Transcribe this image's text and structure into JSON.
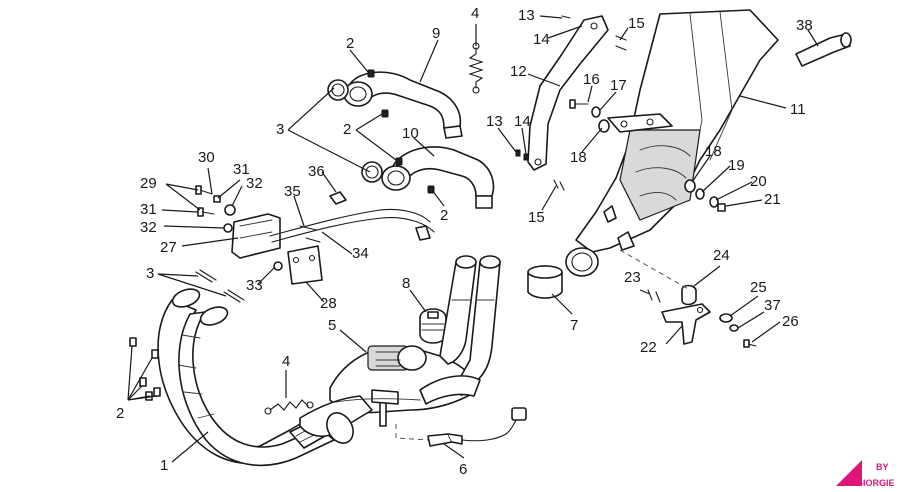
{
  "callouts": [
    {
      "id": "c1",
      "text": "1"
    },
    {
      "id": "c2a",
      "text": "2"
    },
    {
      "id": "c2b",
      "text": "2"
    },
    {
      "id": "c2c",
      "text": "2"
    },
    {
      "id": "c2d",
      "text": "2"
    },
    {
      "id": "c3a",
      "text": "3"
    },
    {
      "id": "c3b",
      "text": "3"
    },
    {
      "id": "c4a",
      "text": "4"
    },
    {
      "id": "c4b",
      "text": "4"
    },
    {
      "id": "c5",
      "text": "5"
    },
    {
      "id": "c6",
      "text": "6"
    },
    {
      "id": "c7",
      "text": "7"
    },
    {
      "id": "c8",
      "text": "8"
    },
    {
      "id": "c9",
      "text": "9"
    },
    {
      "id": "c10",
      "text": "10"
    },
    {
      "id": "c11",
      "text": "11"
    },
    {
      "id": "c12",
      "text": "12"
    },
    {
      "id": "c13a",
      "text": "13"
    },
    {
      "id": "c13b",
      "text": "13"
    },
    {
      "id": "c14a",
      "text": "14"
    },
    {
      "id": "c14b",
      "text": "14"
    },
    {
      "id": "c15a",
      "text": "15"
    },
    {
      "id": "c15b",
      "text": "15"
    },
    {
      "id": "c16",
      "text": "16"
    },
    {
      "id": "c17",
      "text": "17"
    },
    {
      "id": "c18a",
      "text": "18"
    },
    {
      "id": "c18b",
      "text": "18"
    },
    {
      "id": "c19",
      "text": "19"
    },
    {
      "id": "c20",
      "text": "20"
    },
    {
      "id": "c21",
      "text": "21"
    },
    {
      "id": "c22",
      "text": "22"
    },
    {
      "id": "c23",
      "text": "23"
    },
    {
      "id": "c24",
      "text": "24"
    },
    {
      "id": "c25",
      "text": "25"
    },
    {
      "id": "c26",
      "text": "26"
    },
    {
      "id": "c27",
      "text": "27"
    },
    {
      "id": "c28",
      "text": "28"
    },
    {
      "id": "c29",
      "text": "29"
    },
    {
      "id": "c30",
      "text": "30"
    },
    {
      "id": "c31a",
      "text": "31"
    },
    {
      "id": "c31b",
      "text": "31"
    },
    {
      "id": "c32a",
      "text": "32"
    },
    {
      "id": "c32b",
      "text": "32"
    },
    {
      "id": "c33",
      "text": "33"
    },
    {
      "id": "c34",
      "text": "34"
    },
    {
      "id": "c35",
      "text": "35"
    },
    {
      "id": "c36",
      "text": "36"
    },
    {
      "id": "c37",
      "text": "37"
    },
    {
      "id": "c38",
      "text": "38"
    }
  ],
  "watermark": {
    "line1": "BY",
    "line2": "GIORGIE"
  },
  "colors": {
    "ink": "#1a1a1a",
    "watermark": "#e0157a"
  }
}
